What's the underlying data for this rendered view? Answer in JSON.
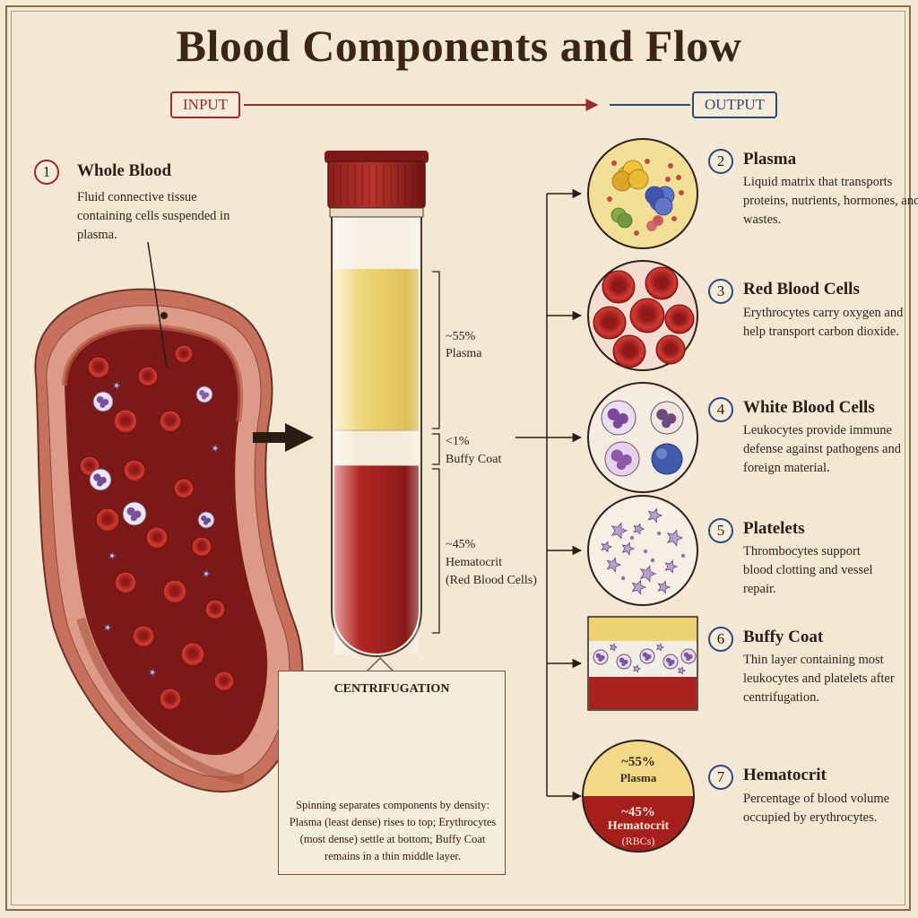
{
  "title": "Blood Components and Flow",
  "flow": {
    "input": "INPUT",
    "output": "OUTPUT"
  },
  "items": [
    {
      "number": "1",
      "heading": "Whole Blood",
      "description": "Fluid connective tissue containing cells suspended in plasma."
    },
    {
      "number": "2",
      "heading": "Plasma",
      "description": "Liquid matrix that transports proteins, nutrients, hormones, and wastes."
    },
    {
      "number": "3",
      "heading": "Red Blood Cells",
      "description": "Erythrocytes carry oxygen and help transport carbon dioxide."
    },
    {
      "number": "4",
      "heading": "White Blood Cells",
      "description": "Leukocytes provide immune defense against pathogens and foreign material."
    },
    {
      "number": "5",
      "heading": "Platelets",
      "description": "Thrombocytes support blood clotting and vessel repair."
    },
    {
      "number": "6",
      "heading": "Buffy Coat",
      "description": "Thin layer containing most leukocytes and platelets after centrifugation."
    },
    {
      "number": "7",
      "heading": "Hematocrit",
      "description": "Percentage of blood volume occupied by erythrocytes."
    }
  ],
  "tube": {
    "plasma_pct": "~55%",
    "plasma_label": "Plasma",
    "buffy_pct": "<1%",
    "buffy_label": "Buffy Coat",
    "hematocrit_pct": "~45%",
    "hematocrit_label": "Hematocrit",
    "hematocrit_sub": "(Red Blood Cells)"
  },
  "centrifugation": {
    "title": "CENTRIFUGATION",
    "text": "Spinning separates components by density: Plasma (least dense) rises to top; Erythrocytes (most dense) settle at bottom; Buffy Coat remains in a thin middle layer."
  },
  "hematocrit_circle": {
    "top_pct": "~55%",
    "top_label": "Plasma",
    "bottom_pct": "~45%",
    "bottom_label": "Hematocrit",
    "bottom_sub": "(RBCs)"
  },
  "colors": {
    "accent_red": "#a1282a",
    "accent_blue": "#2e4a7a",
    "plasma": "#ecd272",
    "blood": "#a8221f"
  }
}
